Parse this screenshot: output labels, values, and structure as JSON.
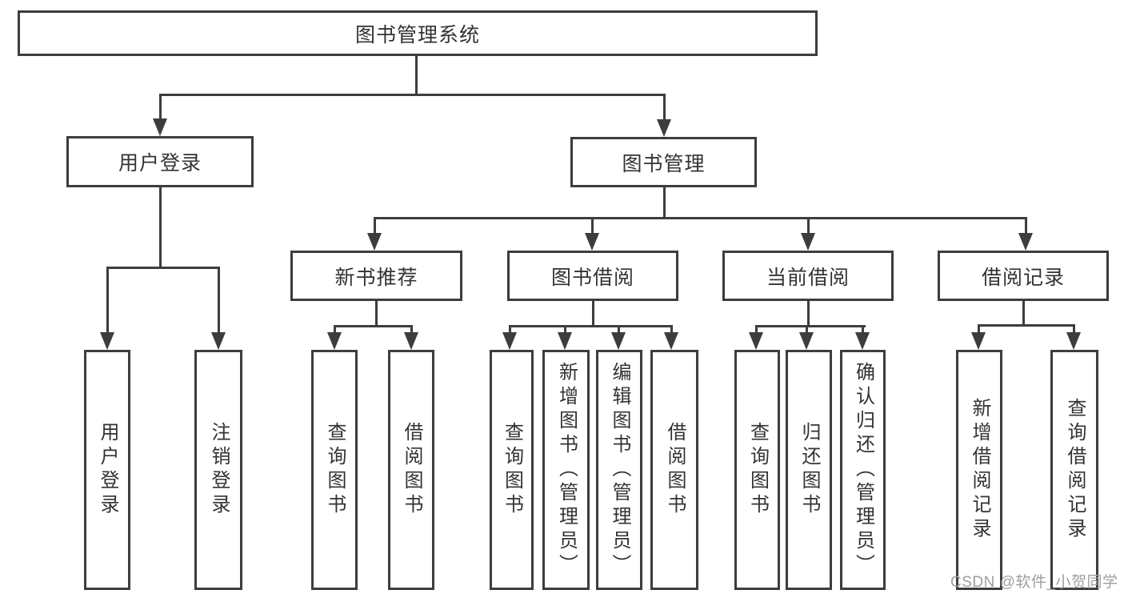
{
  "diagram": {
    "root": {
      "label": "图书管理系统"
    },
    "level2": [
      {
        "label": "用户登录"
      },
      {
        "label": "图书管理"
      }
    ],
    "level3": [
      {
        "label": "新书推荐"
      },
      {
        "label": "图书借阅"
      },
      {
        "label": "当前借阅"
      },
      {
        "label": "借阅记录"
      }
    ],
    "leaves": [
      {
        "label": "用户登录"
      },
      {
        "label": "注销登录"
      },
      {
        "label": "查询图书"
      },
      {
        "label": "借阅图书"
      },
      {
        "label": "查询图书"
      },
      {
        "label": "新增图书（管理员）"
      },
      {
        "label": "编辑图书（管理员）"
      },
      {
        "label": "借阅图书"
      },
      {
        "label": "查询图书"
      },
      {
        "label": "归还图书"
      },
      {
        "label": "确认归还（管理员）"
      },
      {
        "label": "新增借阅记录"
      },
      {
        "label": "查询借阅记录"
      }
    ]
  },
  "watermark": {
    "text": "CSDN @软件_小贺同学"
  },
  "colors": {
    "line": "#3d3d3d",
    "text": "#333333",
    "box_background": "#ffffff",
    "watermark": "#9e9e9e",
    "page_background": "#ffffff"
  }
}
